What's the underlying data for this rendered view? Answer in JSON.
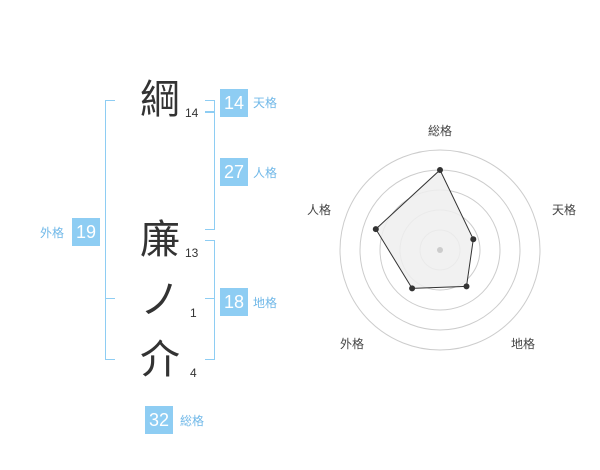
{
  "name": {
    "chars": [
      {
        "char": "綱",
        "strokes": "14"
      },
      {
        "char": "廉",
        "strokes": "13"
      },
      {
        "char": "ノ",
        "strokes": "1"
      },
      {
        "char": "介",
        "strokes": "4"
      }
    ]
  },
  "kakusu": {
    "ten": {
      "value": "14",
      "label": "天格"
    },
    "jin": {
      "value": "27",
      "label": "人格"
    },
    "chi": {
      "value": "18",
      "label": "地格"
    },
    "gai": {
      "value": "19",
      "label": "外格"
    },
    "sou": {
      "value": "32",
      "label": "総格"
    }
  },
  "colors": {
    "accent": "#8ecdf3",
    "accent_text": "#70b8e8",
    "radar_fill": "#eeeeee",
    "radar_line": "#333333",
    "grid": "#cccccc"
  },
  "chart_data": {
    "type": "radar",
    "axes": [
      "総格",
      "天格",
      "地格",
      "外格",
      "人格"
    ],
    "values": [
      32,
      14,
      18,
      19,
      27
    ],
    "r_max": 40,
    "grid_rings": 5
  }
}
